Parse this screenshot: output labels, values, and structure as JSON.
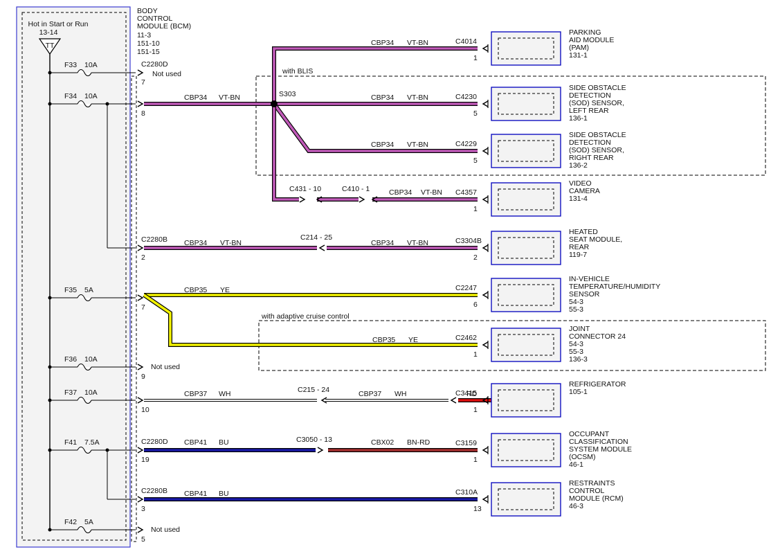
{
  "colors": {
    "VT-BN": "#c05ab8",
    "YE": "#f2f200",
    "WH": "#ffffff",
    "RD": "#e01010",
    "BU": "#1a1aa8",
    "BN-RD": "#a53030",
    "panel_border": "#3a3ad0",
    "module_border": "#1010c0"
  },
  "icons": {
    "splice": "splice-dot-icon",
    "fuse": "fuse-icon",
    "ground_tag": "tt-triangle-icon",
    "connector": "connector-arrow-icon"
  },
  "bcm": {
    "hot_label": "Hot in Start or Run",
    "hot_ref": "13-14",
    "tt_label": "TT",
    "title": [
      "BODY",
      "CONTROL",
      "MODULE (BCM)"
    ],
    "refs": [
      "11-3",
      "151-10",
      "151-15"
    ]
  },
  "fuses": [
    {
      "name": "F33",
      "rating": "10A"
    },
    {
      "name": "F34",
      "rating": "10A"
    },
    {
      "name": "F35",
      "rating": "5A"
    },
    {
      "name": "F36",
      "rating": "10A"
    },
    {
      "name": "F37",
      "rating": "10A"
    },
    {
      "name": "F41",
      "rating": "7.5A"
    },
    {
      "name": "F42",
      "rating": "5A"
    }
  ],
  "pins": [
    {
      "connector": "C2280D",
      "pin": "7",
      "note": "Not used"
    },
    {
      "connector": "",
      "pin": "8",
      "note": ""
    },
    {
      "connector": "C2280B",
      "pin": "2",
      "note": ""
    },
    {
      "connector": "",
      "pin": "7",
      "note": ""
    },
    {
      "connector": "",
      "pin": "9",
      "note": "Not used"
    },
    {
      "connector": "",
      "pin": "10",
      "note": ""
    },
    {
      "connector": "C2280D",
      "pin": "19",
      "note": ""
    },
    {
      "connector": "C2280B",
      "pin": "3",
      "note": ""
    },
    {
      "connector": "",
      "pin": "5",
      "note": "Not used"
    }
  ],
  "splice": "S303",
  "groups": {
    "blis": "with BLIS",
    "acc": "with adaptive cruise control"
  },
  "wire_labels": [
    {
      "circuit": "CBP34",
      "color": "VT-BN"
    },
    {
      "circuit": "CBP34",
      "color": "VT-BN"
    },
    {
      "circuit": "CBP34",
      "color": "VT-BN"
    },
    {
      "circuit": "CBP34",
      "color": "VT-BN"
    },
    {
      "circuit": "CBP34",
      "color": "VT-BN"
    },
    {
      "circuit": "CBP34",
      "color": "VT-BN"
    },
    {
      "circuit": "CBP34",
      "color": "VT-BN"
    },
    {
      "circuit": "CBP35",
      "color": "YE"
    },
    {
      "circuit": "CBP35",
      "color": "YE"
    },
    {
      "circuit": "CBP37",
      "color": "WH"
    },
    {
      "circuit": "CBP37",
      "color": "WH"
    },
    {
      "circuit": "",
      "color": "RD"
    },
    {
      "circuit": "CBP41",
      "color": "BU"
    },
    {
      "circuit": "CBX02",
      "color": "BN-RD"
    },
    {
      "circuit": "CBP41",
      "color": "BU"
    }
  ],
  "inline_connectors": [
    {
      "name": "C431",
      "pin": "10"
    },
    {
      "name": "C410",
      "pin": "1"
    },
    {
      "name": "C214",
      "pin": "25"
    },
    {
      "name": "C215",
      "pin": "24"
    },
    {
      "name": "C3050",
      "pin": "13"
    }
  ],
  "modules": [
    {
      "connector": "C4014",
      "pin": "1",
      "name": [
        "PARKING",
        "AID MODULE",
        "(PAM)"
      ],
      "refs": [
        "131-1"
      ]
    },
    {
      "connector": "C4230",
      "pin": "5",
      "name": [
        "SIDE OBSTACLE",
        "DETECTION",
        "(SOD) SENSOR,",
        "LEFT REAR"
      ],
      "refs": [
        "136-1"
      ]
    },
    {
      "connector": "C4229",
      "pin": "5",
      "name": [
        "SIDE OBSTACLE",
        "DETECTION",
        "(SOD) SENSOR,",
        "RIGHT REAR"
      ],
      "refs": [
        "136-2"
      ]
    },
    {
      "connector": "C4357",
      "pin": "1",
      "name": [
        "VIDEO",
        "CAMERA"
      ],
      "refs": [
        "131-4"
      ]
    },
    {
      "connector": "C3304B",
      "pin": "2",
      "name": [
        "HEATED",
        "SEAT MODULE,",
        "REAR"
      ],
      "refs": [
        "119-7"
      ]
    },
    {
      "connector": "C2247",
      "pin": "6",
      "name": [
        "IN-VEHICLE",
        "TEMPERATURE/HUMIDITY",
        "SENSOR"
      ],
      "refs": [
        "54-3",
        "55-3"
      ]
    },
    {
      "connector": "C2462",
      "pin": "1",
      "name": [
        "JOINT",
        "CONNECTOR 24"
      ],
      "refs": [
        "54-3",
        "55-3",
        "136-3"
      ]
    },
    {
      "connector": "C3415",
      "pin": "1",
      "name": [
        "REFRIGERATOR"
      ],
      "refs": [
        "105-1"
      ]
    },
    {
      "connector": "C3159",
      "pin": "1",
      "name": [
        "OCCUPANT",
        "CLASSIFICATION",
        "SYSTEM MODULE",
        "(OCSM)"
      ],
      "refs": [
        "46-1"
      ]
    },
    {
      "connector": "C310A",
      "pin": "13",
      "name": [
        "RESTRAINTS",
        "CONTROL",
        "MODULE (RCM)"
      ],
      "refs": [
        "46-3"
      ]
    }
  ]
}
